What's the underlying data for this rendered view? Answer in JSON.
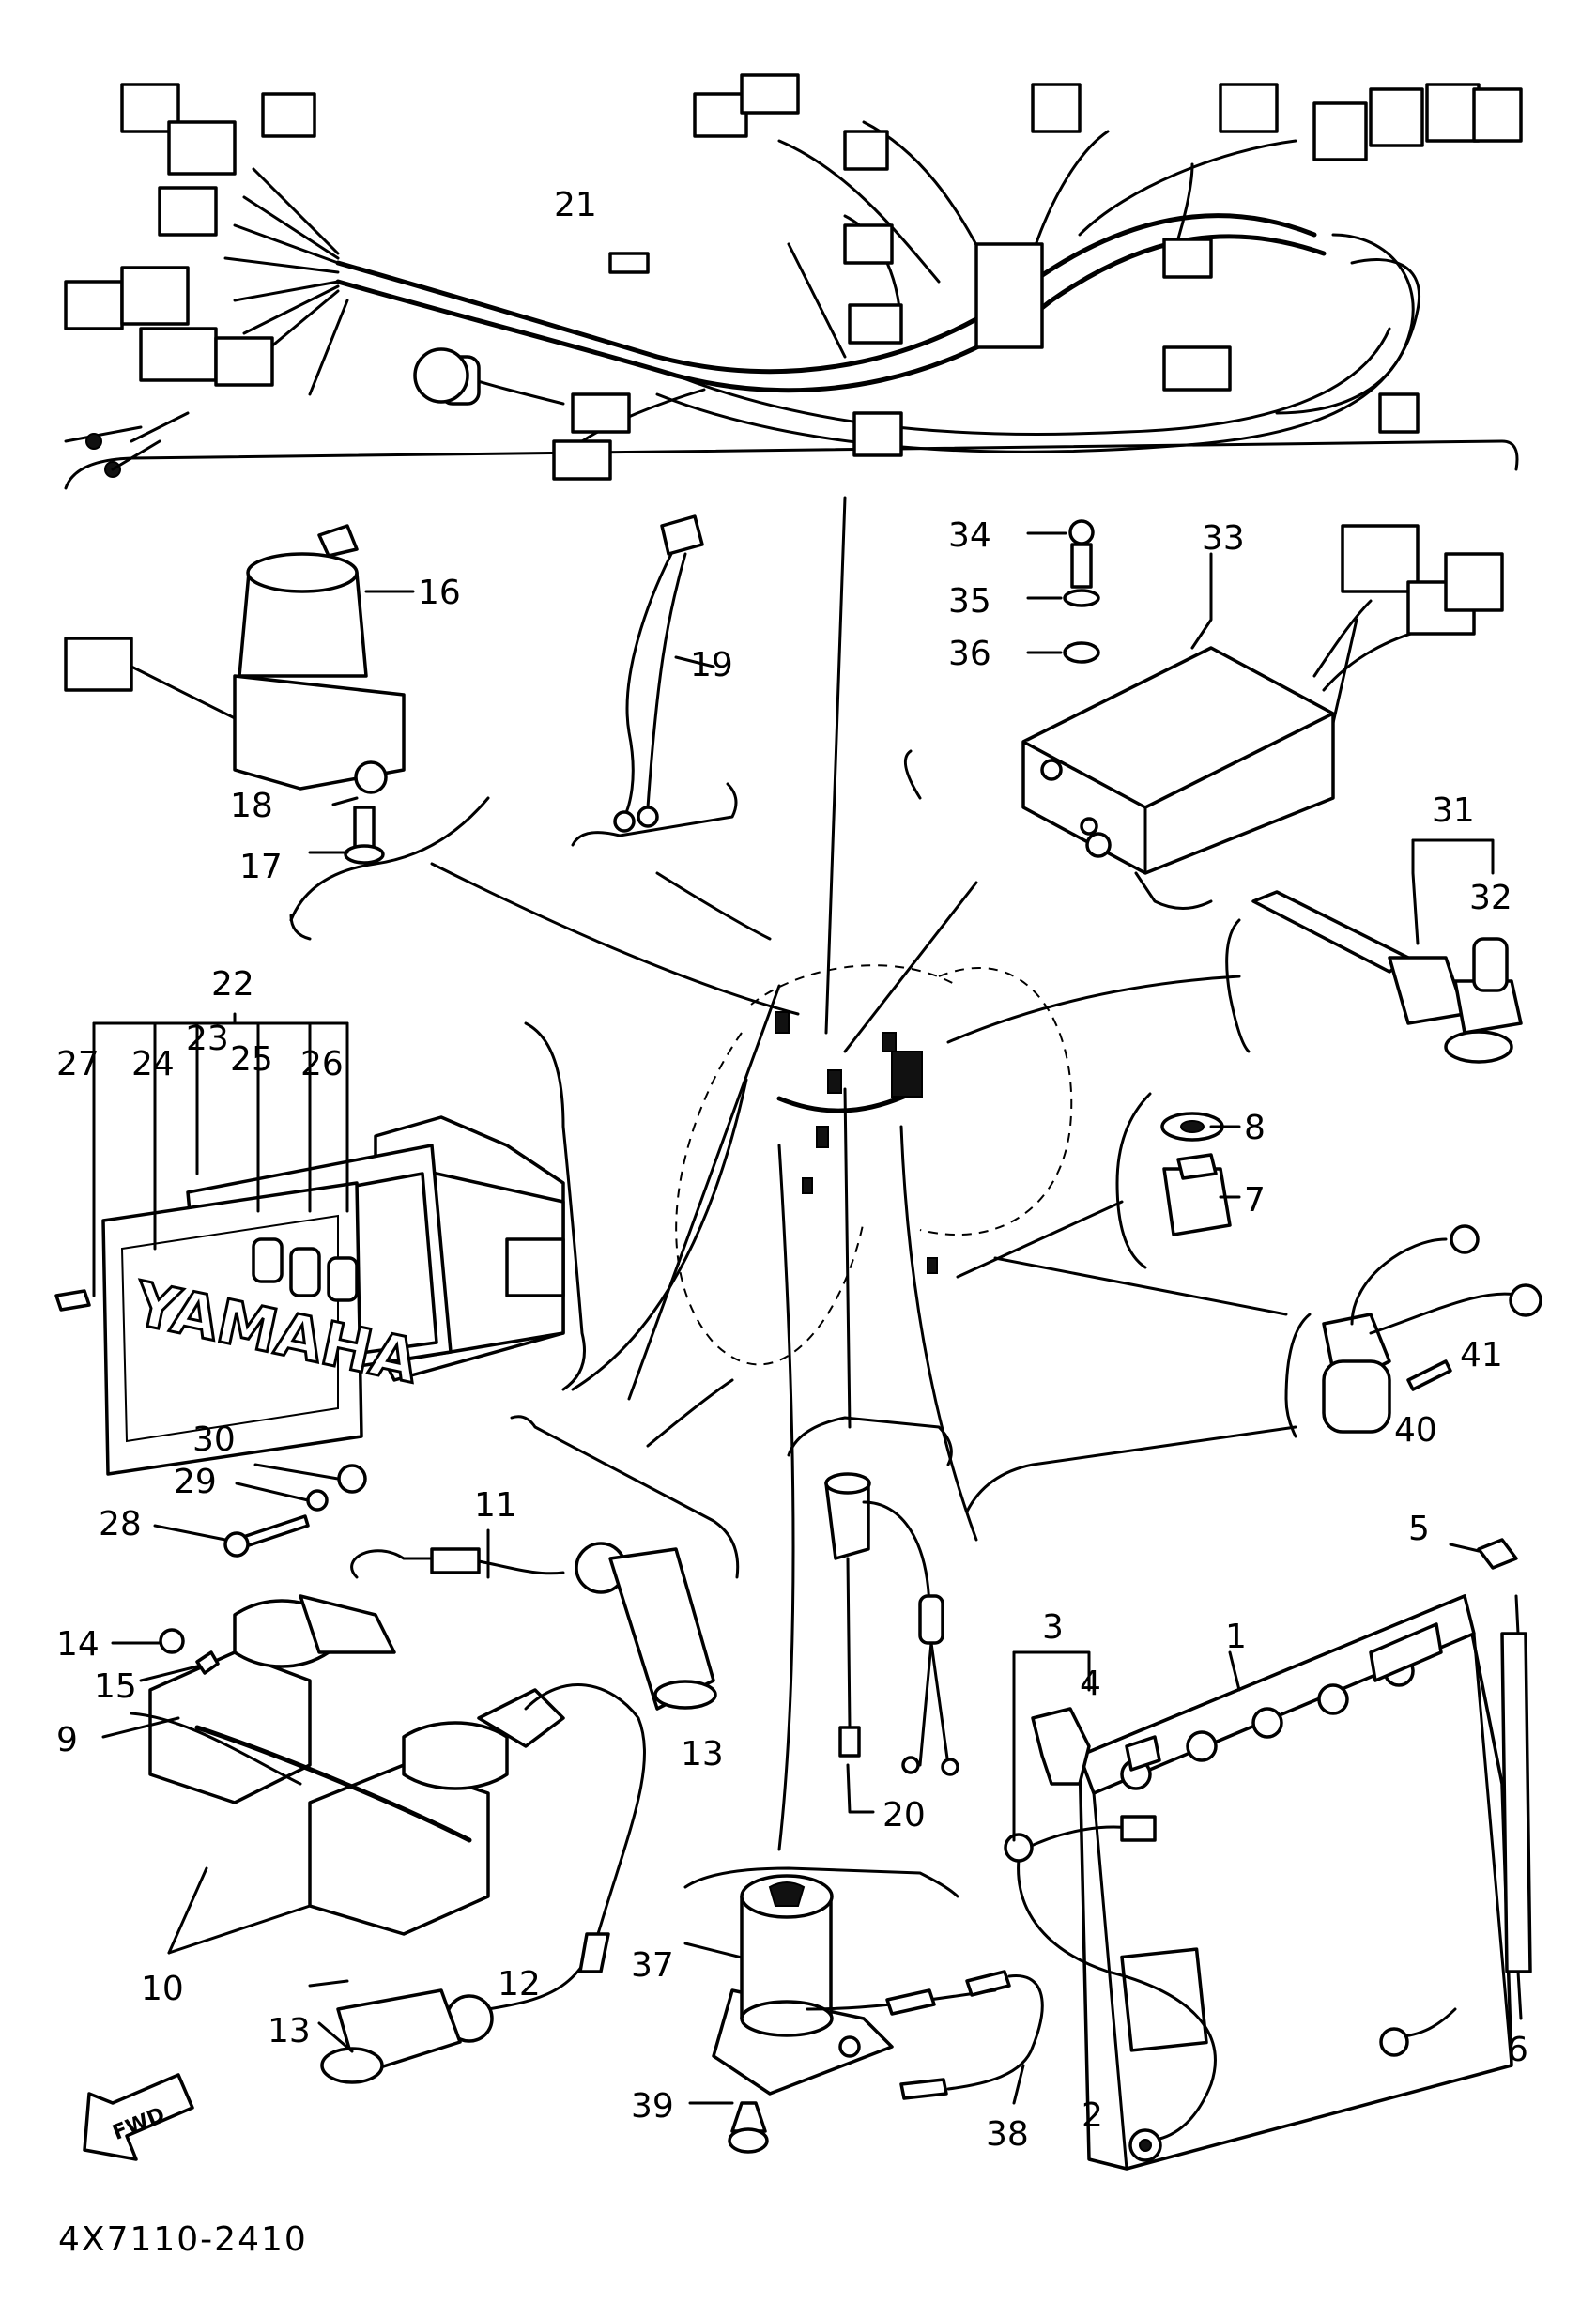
{
  "document_id": "4X7110-2410",
  "direction_marker": "FWD",
  "brand_on_panel": "YAMAHA",
  "callouts": {
    "c1": "1",
    "c2": "2",
    "c3": "3",
    "c4": "4",
    "c5": "5",
    "c6": "6",
    "c7": "7",
    "c8": "8",
    "c9": "9",
    "c10": "10",
    "c11": "11",
    "c12": "12",
    "c13a": "13",
    "c13b": "13",
    "c14": "14",
    "c15": "15",
    "c16": "16",
    "c17": "17",
    "c18": "18",
    "c19": "19",
    "c20": "20",
    "c21": "21",
    "c22": "22",
    "c23": "23",
    "c24": "24",
    "c25": "25",
    "c26": "26",
    "c27": "27",
    "c28": "28",
    "c29": "29",
    "c30": "30",
    "c31": "31",
    "c32": "32",
    "c33": "33",
    "c34": "34",
    "c35": "35",
    "c36": "36",
    "c37": "37",
    "c38": "38",
    "c39": "39",
    "c40": "40",
    "c41": "41"
  }
}
